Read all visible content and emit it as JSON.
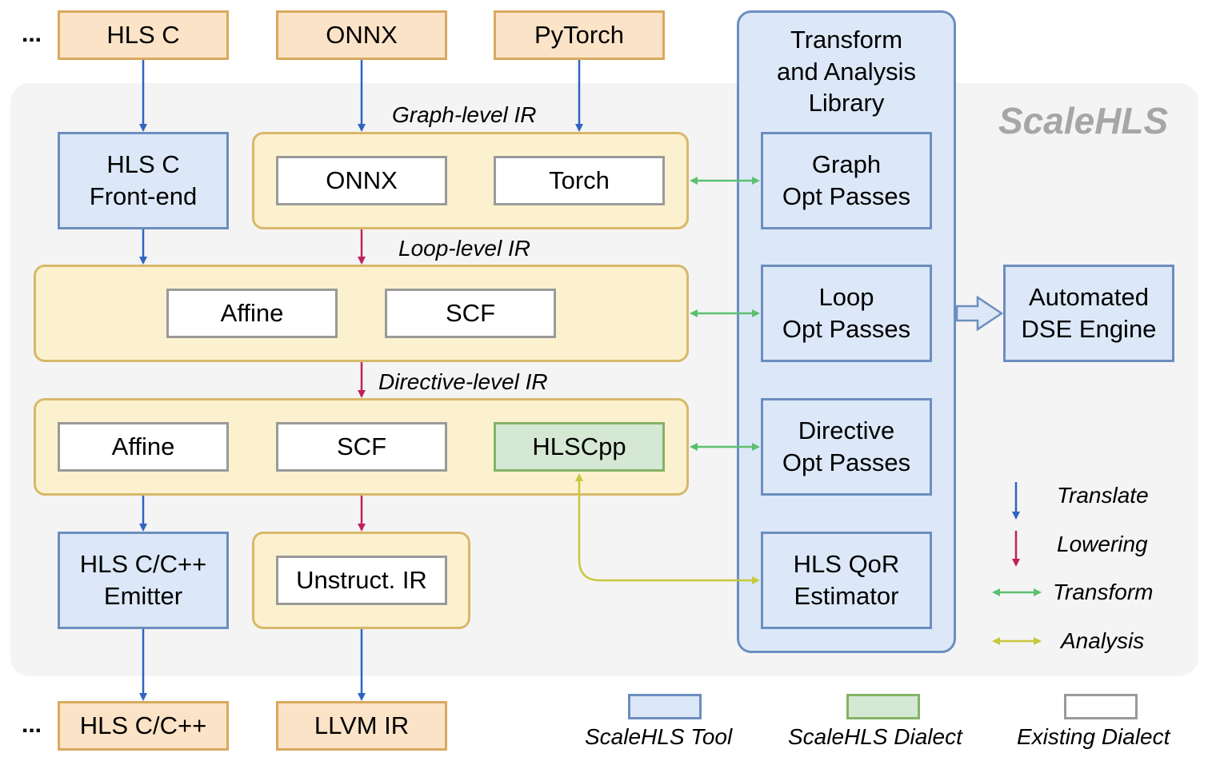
{
  "brand": "ScaleHLS",
  "inputs": {
    "more": "...",
    "hls_c": "HLS C",
    "onnx": "ONNX",
    "pytorch": "PyTorch"
  },
  "frontend": {
    "line1": "HLS C",
    "line2": "Front-end"
  },
  "graph_ir": {
    "label": "Graph-level IR",
    "onnx": "ONNX",
    "torch": "Torch"
  },
  "loop_ir": {
    "label": "Loop-level IR",
    "affine": "Affine",
    "scf": "SCF"
  },
  "directive_ir": {
    "label": "Directive-level IR",
    "affine": "Affine",
    "scf": "SCF",
    "hlscpp": "HLSCpp"
  },
  "emitter": {
    "line1": "HLS C/C++",
    "line2": "Emitter"
  },
  "unstruct": "Unstruct. IR",
  "outputs": {
    "more": "...",
    "hls_cpp": "HLS C/C++",
    "llvm": "LLVM IR"
  },
  "library": {
    "title_line1": "Transform",
    "title_line2": "and Analysis",
    "title_line3": "Library",
    "graph_opt": {
      "line1": "Graph",
      "line2": "Opt Passes"
    },
    "loop_opt": {
      "line1": "Loop",
      "line2": "Opt Passes"
    },
    "directive_opt": {
      "line1": "Directive",
      "line2": "Opt Passes"
    },
    "qor": {
      "line1": "HLS QoR",
      "line2": "Estimator"
    }
  },
  "dse": {
    "line1": "Automated",
    "line2": "DSE Engine"
  },
  "legend": {
    "translate": "Translate",
    "lowering": "Lowering",
    "transform": "Transform",
    "analysis": "Analysis",
    "tool": "ScaleHLS Tool",
    "dialect": "ScaleHLS Dialect",
    "existing": "Existing Dialect"
  },
  "colors": {
    "translate": "#2f64c0",
    "lowering": "#c0225f",
    "transform": "#5cc070",
    "analysis": "#c7c83c",
    "tool_fill": "#dce8f8",
    "dialect_fill": "#d5e8d4",
    "input_fill": "#fbe3c7",
    "ir_group_fill": "#fcf1cf"
  }
}
